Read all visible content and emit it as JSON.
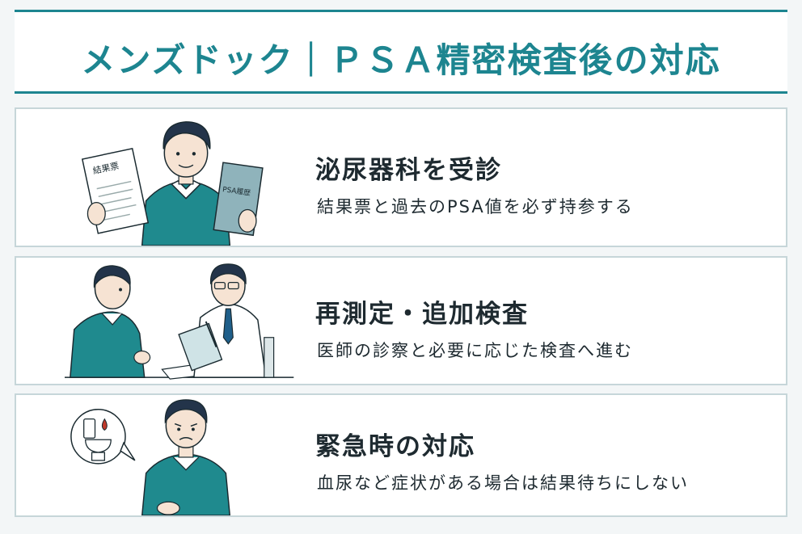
{
  "header": {
    "title": "メンズドック｜ＰＳＡ精密検査後の対応"
  },
  "cards": [
    {
      "heading": "泌尿器科を受診",
      "description": "結果票と過去のPSA値を必ず持参する",
      "doc_left_label": "結果票",
      "doc_right_label": "PSA履歴"
    },
    {
      "heading": "再測定・追加検査",
      "description": "医師の診察と必要に応じた検査へ進む"
    },
    {
      "heading": "緊急時の対応",
      "description": "血尿など症状がある場合は結果待ちにしない"
    }
  ],
  "colors": {
    "accent": "#1d8590",
    "sweater": "#1f8a8e",
    "border": "#c6d6d9"
  }
}
